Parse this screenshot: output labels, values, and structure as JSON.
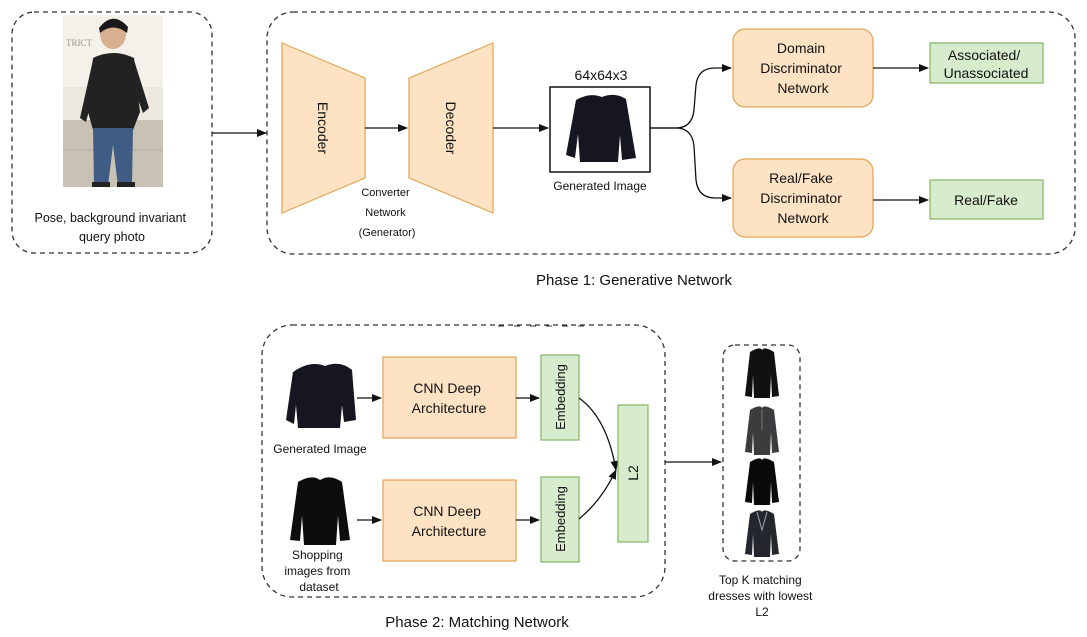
{
  "phase1": {
    "caption": "Phase 1: Generative Network",
    "query_photo_caption": [
      "Pose, background invariant",
      "query photo"
    ],
    "encoder": "Encoder",
    "decoder": "Decoder",
    "converter_caption": [
      "Converter",
      "Network",
      "(Generator)"
    ],
    "generated_size": "64x64x3",
    "generated_caption": "Generated Image",
    "domain_discriminator": [
      "Domain",
      "Discriminator",
      "Network"
    ],
    "domain_output": [
      "Associated/",
      "Unassociated"
    ],
    "realfake_discriminator": [
      "Real/Fake",
      "Discriminator",
      "Network"
    ],
    "realfake_output": "Real/Fake",
    "background_sign": "TRICT"
  },
  "phase2": {
    "caption": "Phase 2: Matching Network",
    "generated_caption": "Generated Image",
    "cnn_top": [
      "CNN Deep",
      "Architecture"
    ],
    "cnn_bottom": [
      "CNN Deep",
      "Architecture"
    ],
    "embedding_top": "Embedding",
    "embedding_bottom": "Embedding",
    "l2": "L2",
    "shopping_caption": [
      "Shopping",
      "images from",
      "dataset"
    ],
    "results_caption": [
      "Top K matching",
      "dresses with lowest",
      "L2"
    ]
  },
  "colors": {
    "orange_fill": "#fde3c4",
    "orange_stroke": "#e4a355",
    "green_fill": "#d6eccd",
    "green_stroke": "#82b366",
    "dash": "#333333"
  }
}
